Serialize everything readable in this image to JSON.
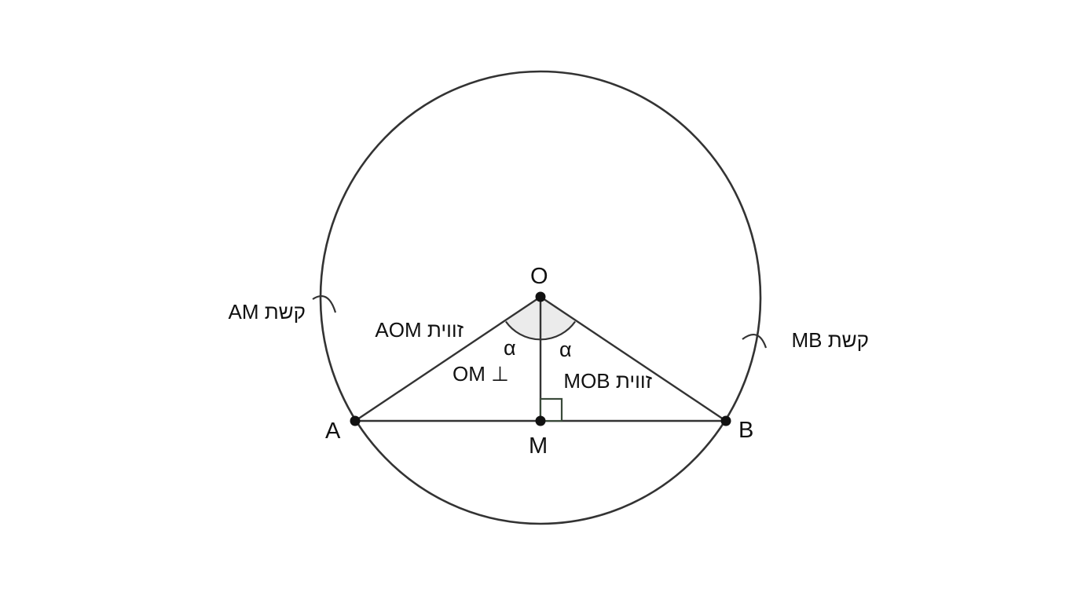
{
  "points": {
    "O": "O",
    "A": "A",
    "B": "B",
    "M": "M"
  },
  "labels": {
    "arc_am": "קשת AM",
    "arc_mb": "קשת MB",
    "angle_aom": "זווית AOM",
    "angle_mob": "זווית MOB",
    "perpendicular": "OM ⊥",
    "alpha_left": "α",
    "alpha_right": "α"
  },
  "colors": {
    "stroke": "#333333",
    "point": "#111111",
    "angle_fill": "#ebebeb",
    "right_angle": "#3a4a3a"
  }
}
